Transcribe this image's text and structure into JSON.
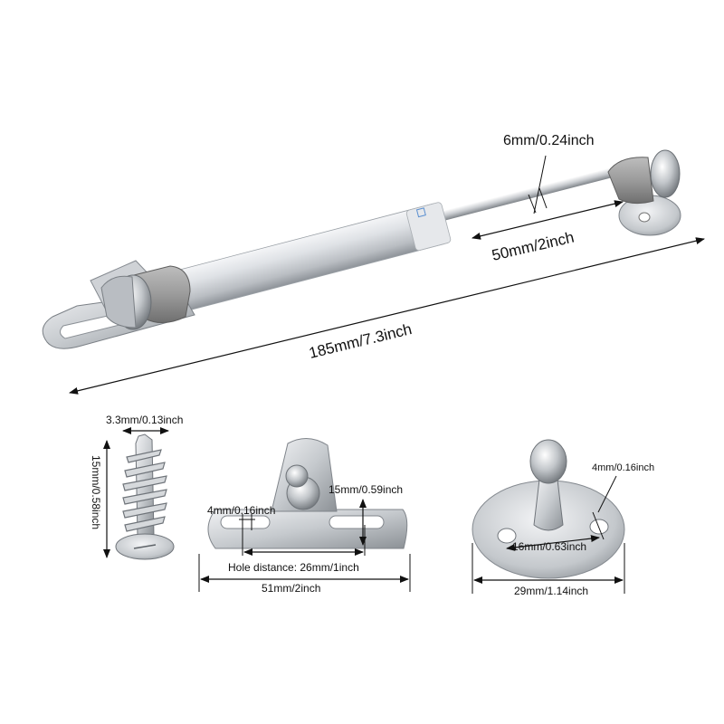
{
  "labels": {
    "rod_diameter": "6mm/0.24inch",
    "stroke": "50mm/2inch",
    "total_length": "185mm/7.3inch",
    "screw_diameter": "3.3mm/0.13inch",
    "screw_length": "15mm/0.58inch",
    "bracket_hole": "4mm/0.16inch",
    "bracket_height": "15mm/0.59inch",
    "hole_distance": "Hole distance: 26mm/1inch",
    "bracket_width": "51mm/2inch",
    "mount_hole": "4mm/0.16inch",
    "mount_hole_spacing": "16mm/0.63inch",
    "mount_diameter": "29mm/1.14inch"
  },
  "colors": {
    "steel_light": "#e8eaed",
    "steel_mid": "#c3c7cc",
    "steel_dark": "#8d9298",
    "cap_gray": "#9a9a9a",
    "dim_line": "#111111"
  }
}
